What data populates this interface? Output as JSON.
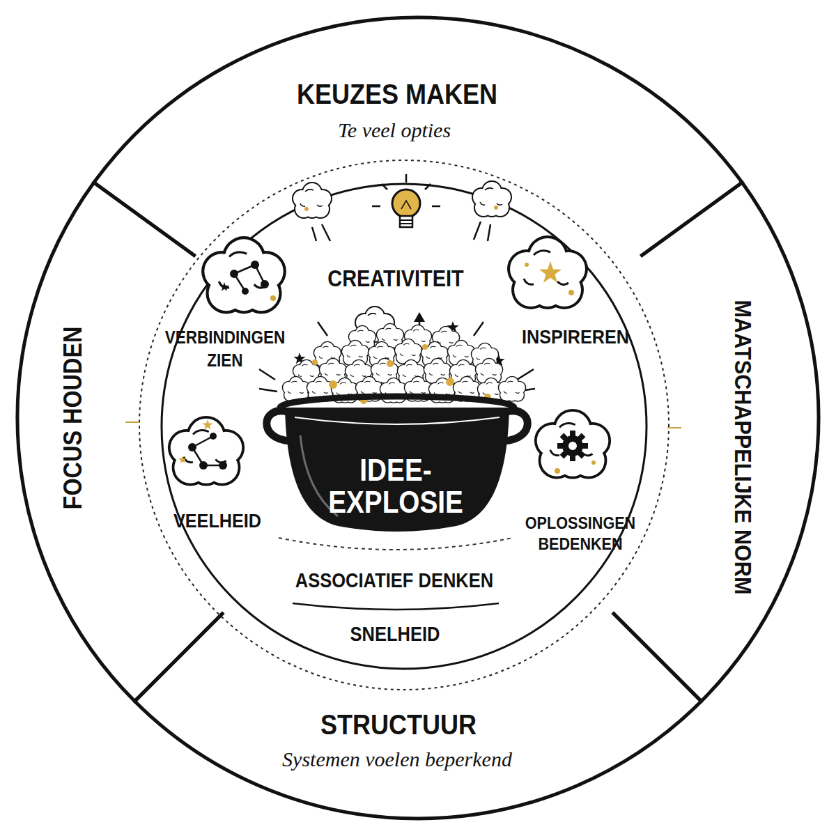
{
  "diagram": {
    "nodes": [
      {
        "text": [
          "KEUZES MAKEN",
          "Te veel opties"
        ]
      },
      {
        "text": [
          "FOCUS HOUDEN"
        ]
      },
      {
        "text": [
          "MAATSCHAPPELIJKE NORM"
        ]
      },
      {
        "text": [
          "IDEE- EXPLOSIE"
        ]
      },
      {
        "text": [
          "STRUCTUUR",
          "Systemen voelen beperkend"
        ]
      }
    ],
    "labels": [
      "CREATIVITEIT",
      "VERBINDINGEN ZIEN",
      "INSPIREREN",
      "VEELHEID",
      "OPLOSSINGEN BEDENKEN",
      "ASSOCIATIEF DENKEN",
      "SNELHEID"
    ]
  }
}
